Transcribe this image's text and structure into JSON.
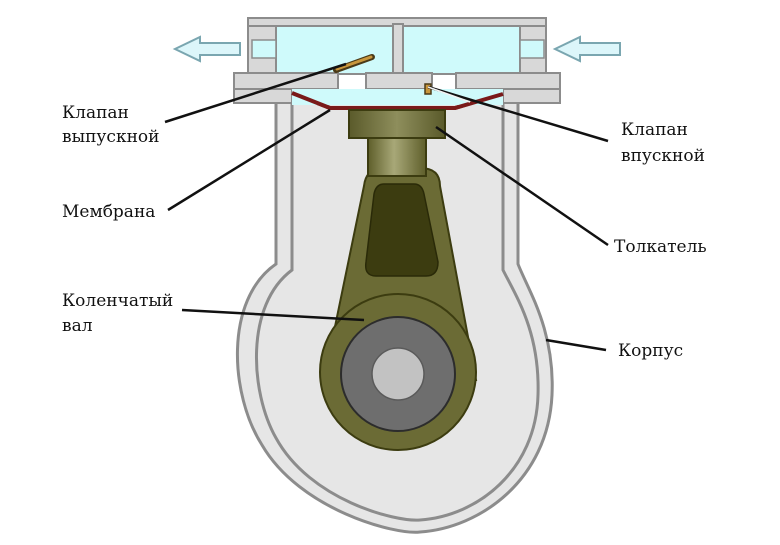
{
  "labels": {
    "exhaust_valve": [
      "Клапан",
      "выпускной"
    ],
    "intake_valve": [
      "Клапан",
      "впускной"
    ],
    "membrane": "Мембрана",
    "pusher": "Толкатель",
    "crankshaft": [
      "Коленчатый",
      "вал"
    ],
    "housing": "Корпус"
  },
  "icons": {
    "outlet_arrow": "arrow-left-icon",
    "inlet_arrow": "arrow-left-icon"
  },
  "colors": {
    "housing_fill": "#e6e6e6",
    "housing_stroke": "#8c8c8c",
    "chamber_fill": "#cffafb",
    "membrane": "#7a1a1a",
    "rod": "#6b6b35",
    "rod_slot": "#3c3c10",
    "pusher_light": "#a8a878",
    "shaft_ring": "#6e6e6e",
    "shaft_core": "#c2c2c2",
    "arrow_fill": "#dcf6fa",
    "arrow_stroke": "#7aa6b0",
    "valve_flap": "#c8963c"
  }
}
